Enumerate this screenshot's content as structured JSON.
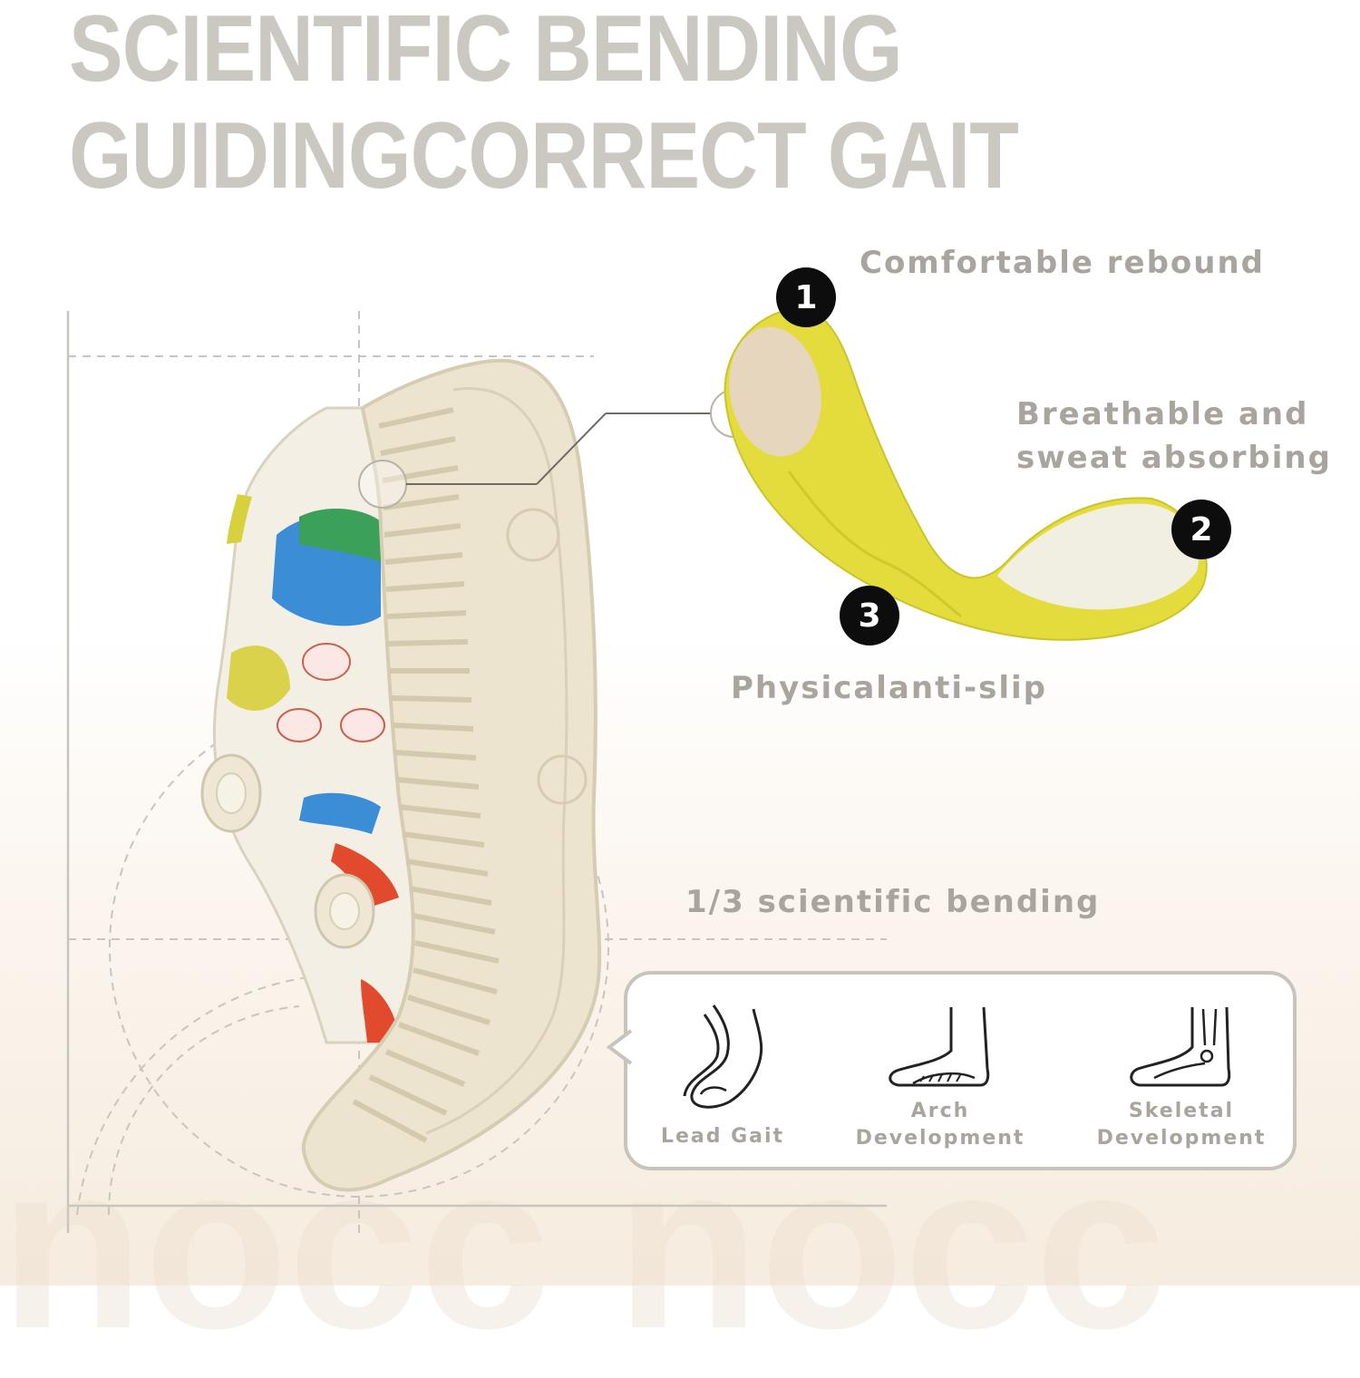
{
  "headline": {
    "line1": "SCIENTIFIC BENDING",
    "line2": "GUIDINGCORRECT GAIT"
  },
  "features": [
    {
      "number": "1",
      "label": "Comfortable rebound"
    },
    {
      "number": "2",
      "label": "Breathable and\nsweat absorbing"
    },
    {
      "number": "3",
      "label": "Physicalanti-slip"
    }
  ],
  "bending_label": "1/3 scientific bending",
  "benefits": [
    {
      "icon": "lead-gait-foot-icon",
      "label": "Lead Gait"
    },
    {
      "icon": "arch-foot-icon",
      "label": "Arch\nDevelopment"
    },
    {
      "icon": "skeletal-foot-icon",
      "label": "Skeletal\nDevelopment"
    }
  ],
  "colors": {
    "headline": "#cbc8c1",
    "text": "#a9a59e",
    "insole": "#e3dc3c",
    "sole": "#ece4cf",
    "badge": "#0d0d0d"
  }
}
